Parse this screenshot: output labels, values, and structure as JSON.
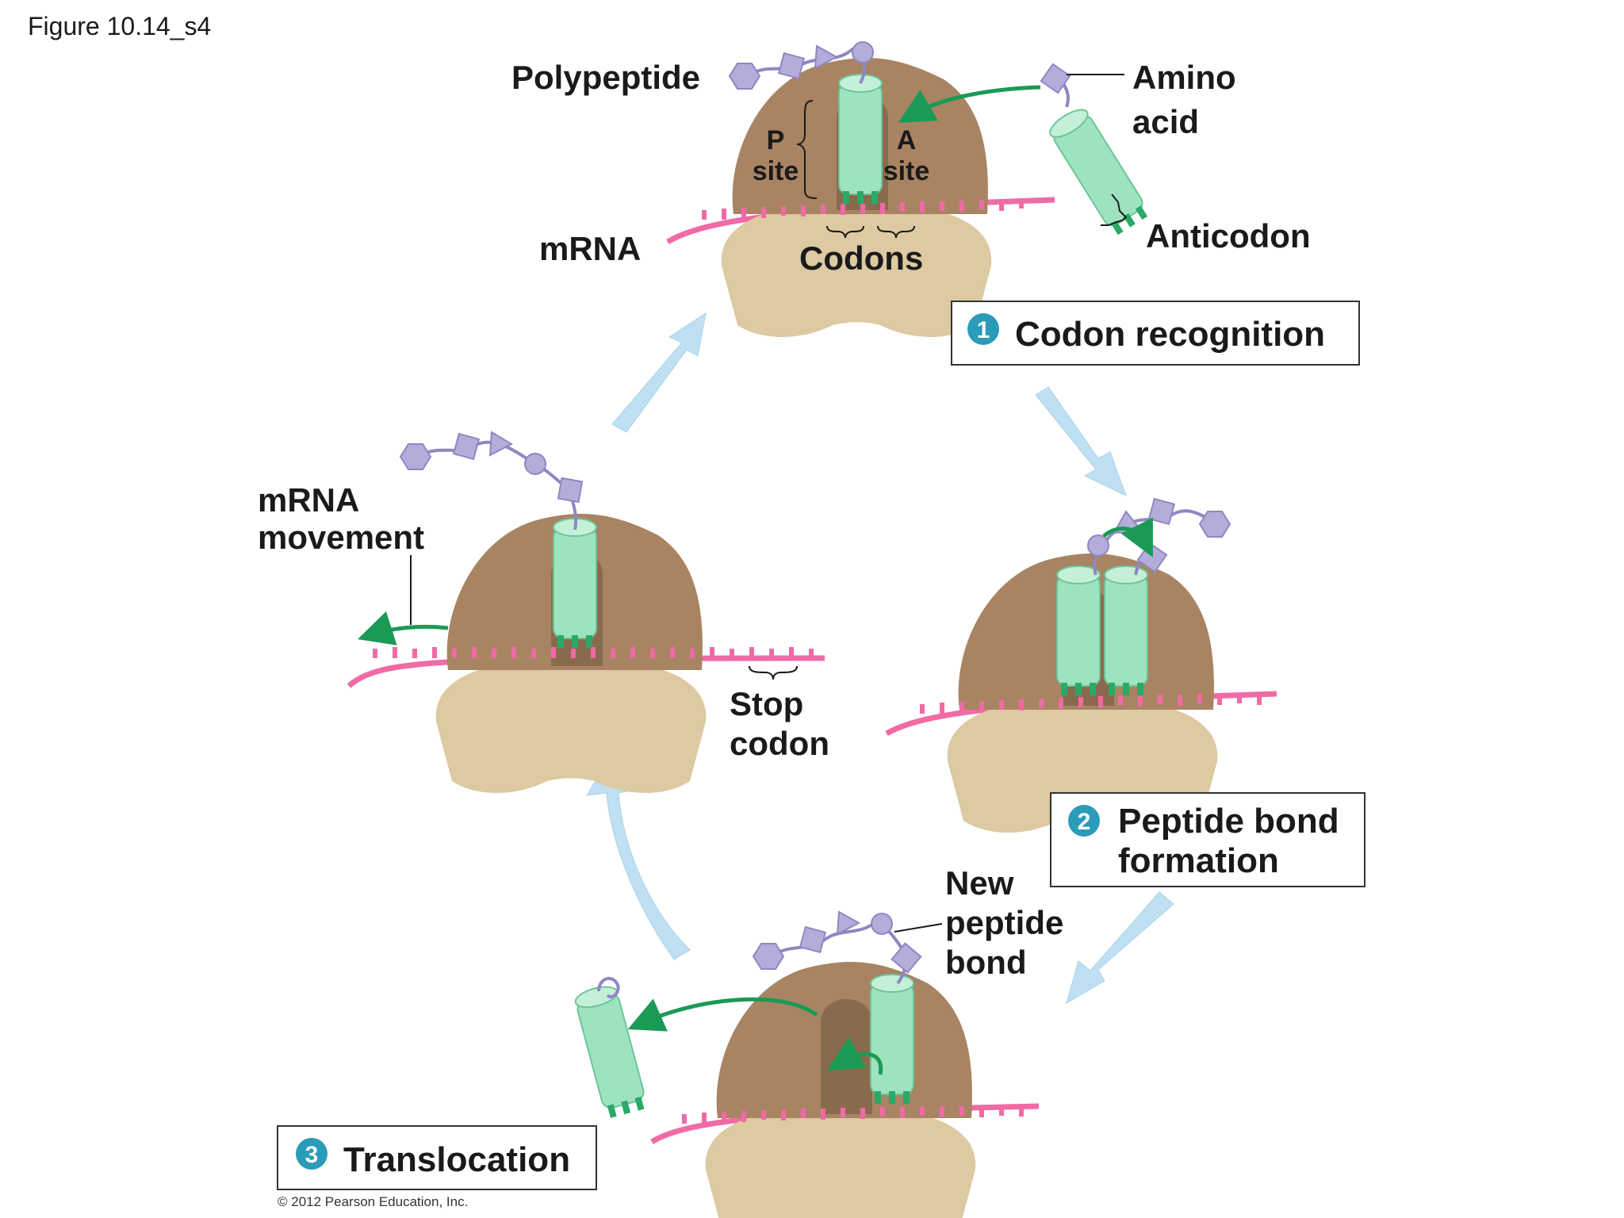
{
  "figure_label": "Figure 10.14_s4",
  "copyright": "© 2012 Pearson Education, Inc.",
  "colors": {
    "large_subunit": "#a88463",
    "large_subunit_dark": "#8a6a4d",
    "small_subunit": "#ddc9a2",
    "trna": "#9ee3bf",
    "trna_dark": "#2aa968",
    "mrna": "#f06aa6",
    "amino_acid": "#b3add9",
    "cycle_arrow": "#bfe0f2",
    "green_arrow": "#1a9a55",
    "badge": "#2a9bb8"
  },
  "panel_top": {
    "polypeptide": "Polypeptide",
    "amino": "Amino",
    "acid": "acid",
    "p": "P",
    "p_site": "site",
    "a": "A",
    "a_site": "site",
    "mrna": "mRNA",
    "codons": "Codons",
    "anticodon": "Anticodon"
  },
  "panel_left": {
    "mrna": "mRNA",
    "movement": "movement",
    "stop": "Stop",
    "codon": "codon"
  },
  "panel_bottom": {
    "new": "New",
    "peptide": "peptide",
    "bond": "bond"
  },
  "steps": [
    {
      "number": "1",
      "line1": "Codon recognition",
      "line2": ""
    },
    {
      "number": "2",
      "line1": "Peptide bond",
      "line2": "formation"
    },
    {
      "number": "3",
      "line1": "Translocation",
      "line2": ""
    }
  ]
}
